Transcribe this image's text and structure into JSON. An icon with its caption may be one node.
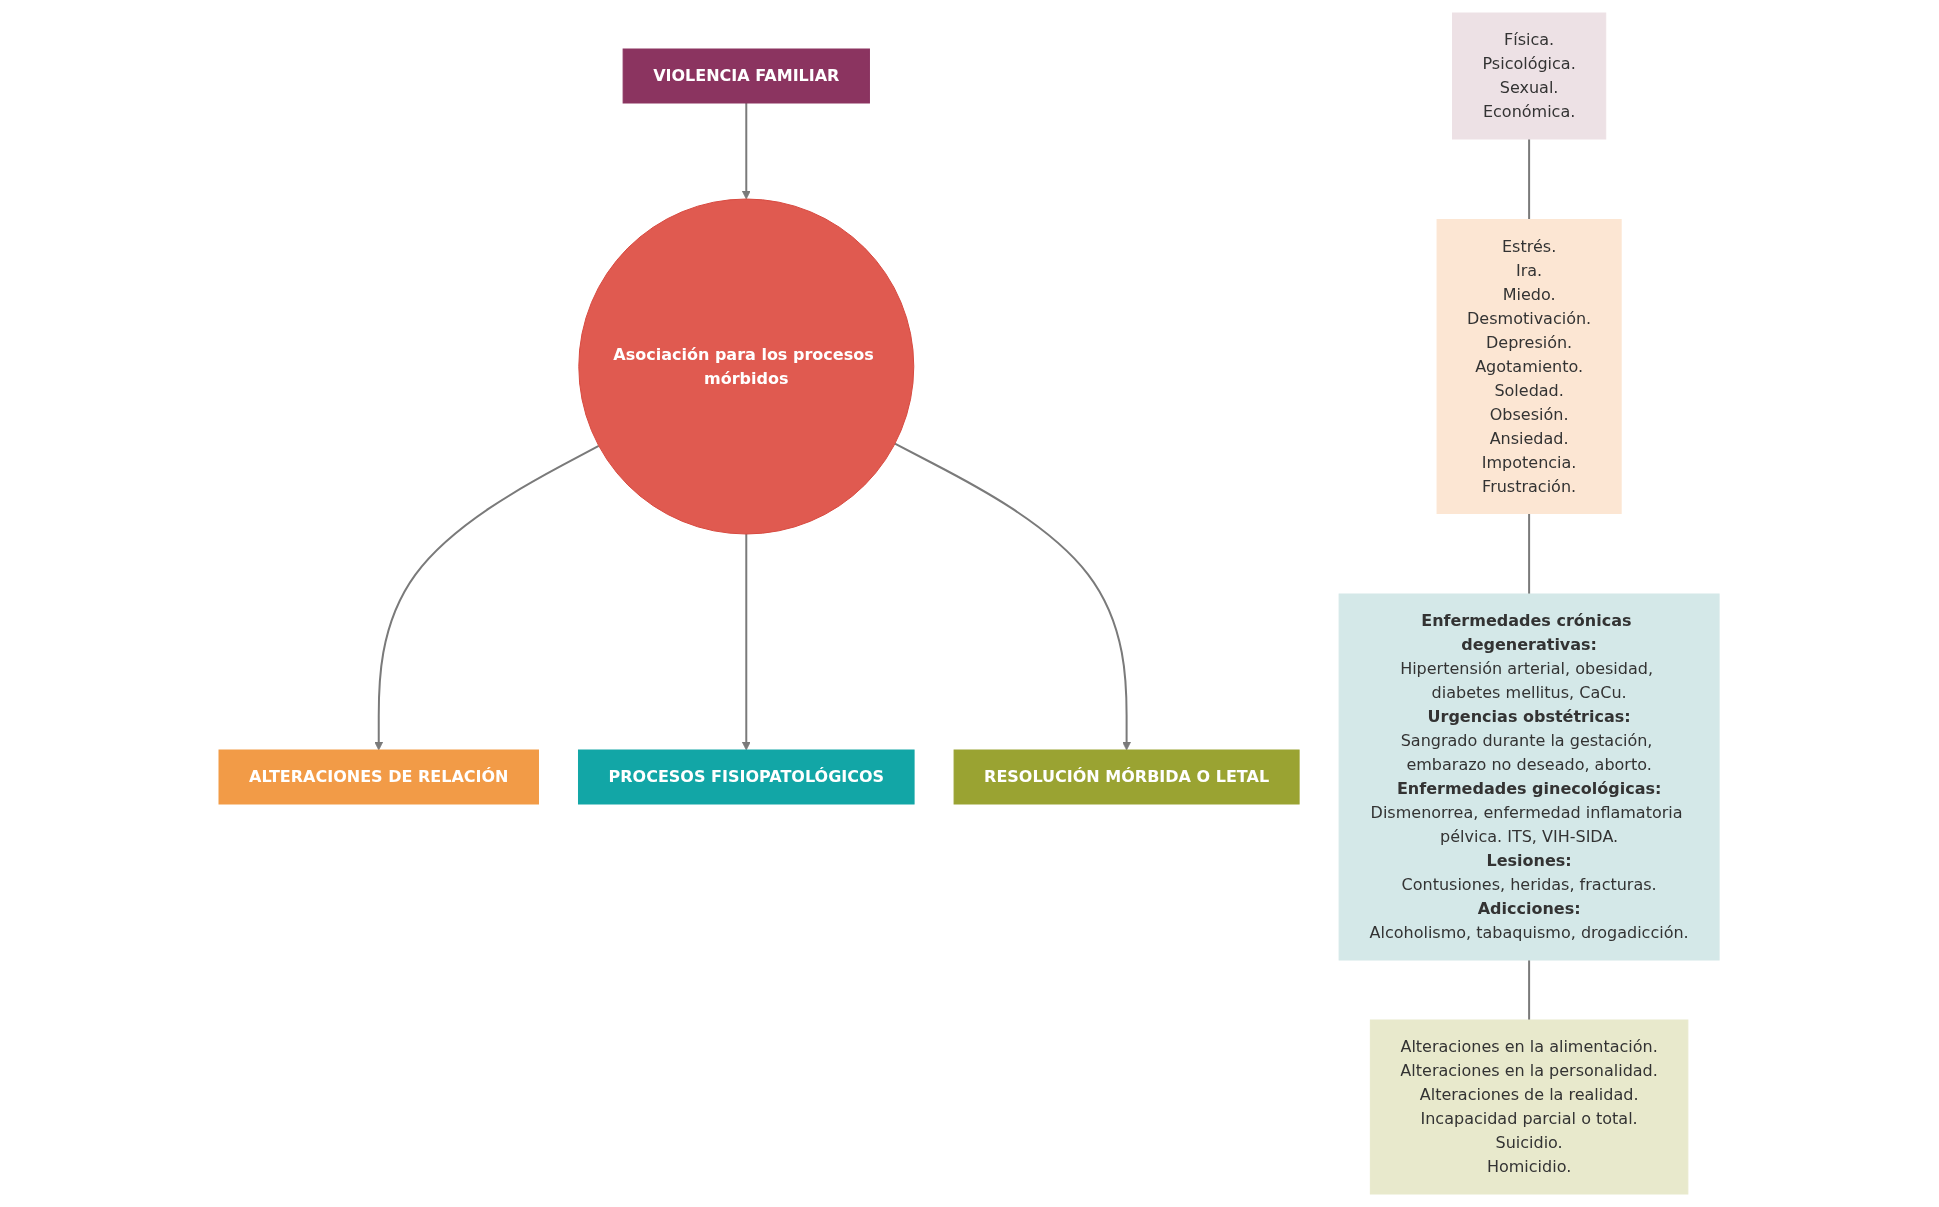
{
  "diagram": {
    "nodes": [
      {
        "text": [
          "Asociación para los procesos mórbidos"
        ]
      },
      {
        "text": [
          "VIOLENCIA FAMILIAR"
        ]
      },
      {
        "text": [
          "ALTERACIONES DE RELACIÓN"
        ]
      },
      {
        "text": [
          "PROCESOS FISIOPATOLÓGICOS"
        ]
      },
      {
        "text": [
          "RESOLUCIÓN MÓRBIDA O LETAL"
        ]
      },
      {
        "text": [
          "Física.",
          "Psicológica.",
          "Sexual.",
          "Económica."
        ]
      },
      {
        "text": [
          "Estrés.",
          "Ira.",
          "Miedo.",
          "Desmotivación.",
          "Depresión.",
          "Agotamiento.",
          "Soledad.",
          "Obsesión.",
          "Ansiedad.",
          "Impotencia.",
          "Frustración."
        ]
      },
      {
        "text": [
          "Enfermedades crónicas degenerativas:",
          "Hipertensión arterial, obesidad, diabetes mellitus, CaCu.",
          "Urgencias obstétricas:",
          "Sangrado durante la gestación, embarazo no deseado, aborto.",
          "Enfermedades ginecológicas:",
          "Dismenorrea, enfermedad inflamatoria pélvica. ITS, VIH-SIDA.",
          "Lesiones:",
          "Contusiones, heridas, fracturas.",
          "Adicciones:",
          "Alcoholismo, tabaquismo, drogadicción."
        ]
      },
      {
        "text": [
          "Alteraciones en la alimentación.",
          "Alteraciones en la personalidad.",
          "Alteraciones de la realidad.",
          "Incapacidad parcial o total.",
          "Suicidio.",
          "Homicidio."
        ]
      }
    ],
    "edges": [
      {
        "from": 1,
        "to": 0,
        "arrow": "to"
      },
      {
        "from": 0,
        "to": 2,
        "arrow": "to"
      },
      {
        "from": 0,
        "to": 3,
        "arrow": "to"
      },
      {
        "from": 0,
        "to": 4,
        "arrow": "to"
      },
      {
        "from": 5,
        "to": 6,
        "arrow": "none"
      },
      {
        "from": 6,
        "to": 7,
        "arrow": "none"
      },
      {
        "from": 7,
        "to": 8,
        "arrow": "none"
      }
    ]
  }
}
